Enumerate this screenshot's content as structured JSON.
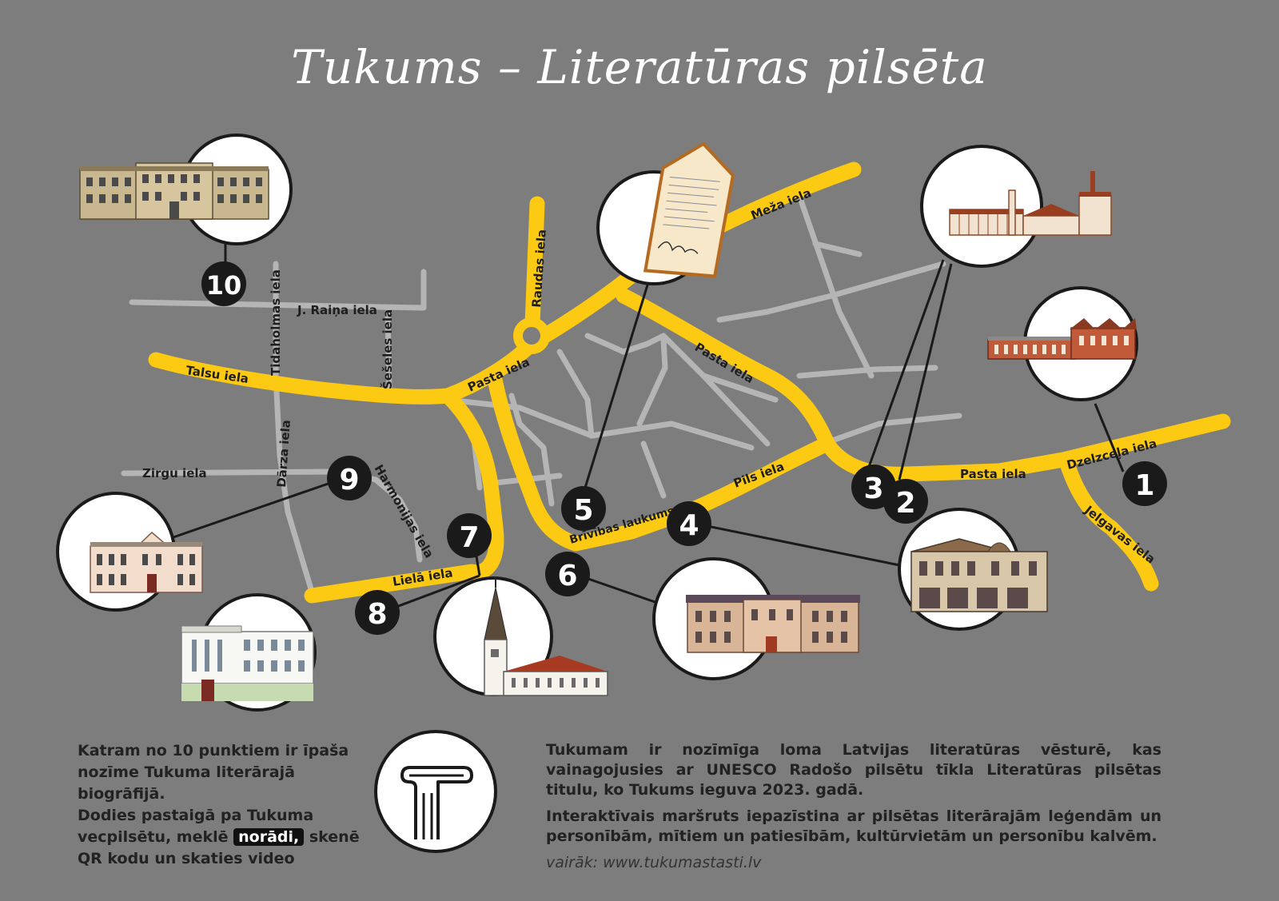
{
  "title": "Tukums – Literatūras pilsēta",
  "colors": {
    "background": "#7d7d7d",
    "main_road": "#fcc913",
    "side_road": "#b5b5b5",
    "marker": "#1a1a1a",
    "marker_text": "#ffffff"
  },
  "streets": {
    "meza": "Meža iela",
    "raudas": "Raudas iela",
    "raina": "J. Raiņa iela",
    "tidaholmas": "Tidaholmas iela",
    "seseles": "Šešeles iela",
    "talsu": "Talsu iela",
    "pasta_w": "Pasta iela",
    "pasta_ne": "Pasta iela",
    "pasta_e": "Pasta iela",
    "dzelzcela": "Dzelzceļa iela",
    "jelgavas": "Jelgavas iela",
    "pils": "Pils iela",
    "brivibas": "Brīvības laukums",
    "liela": "Lielā iela",
    "darza": "Dārza iela",
    "zirgu": "Zirgu iela",
    "harmonijas": "Harmonijas iela"
  },
  "markers": [
    "1",
    "2",
    "3",
    "4",
    "5",
    "6",
    "7",
    "8",
    "9",
    "10"
  ],
  "icons": {
    "logo": "t-logo-icon",
    "manuscript": "manuscript-icon",
    "railway_station": "railway-station-icon",
    "manor": "manor-building-icon",
    "school": "school-building-icon",
    "church": "church-icon",
    "culture_house": "culture-house-icon",
    "wooden_house": "wooden-house-icon",
    "town_hall": "town-hall-icon",
    "brewery": "brewery-icon"
  },
  "info_left": {
    "p1": "Katram no 10 punktiem ir īpaša nozīme Tukuma literārajā biogrāfijā.",
    "p2_a": "Dodies pastaigā pa Tukuma vecpilsētu, meklē ",
    "p2_highlight": "norādi,",
    "p2_b": " skenē QR kodu un skaties video"
  },
  "info_right": {
    "p1": "Tukumam ir nozīmīga loma Latvijas literatūras vēsturē, kas vainagojusies ar UNESCO Radošo pilsētu tīkla Literatūras pilsētas titulu, ko Tukums ieguva 2023. gadā.",
    "p2": "Interaktīvais maršruts iepazīstina ar pilsētas literārajām leģendām un personībām, mītiem un patiesībām, kultūrvietām un personību kalvēm.",
    "more": "vairāk: www.tukumastasti.lv"
  }
}
